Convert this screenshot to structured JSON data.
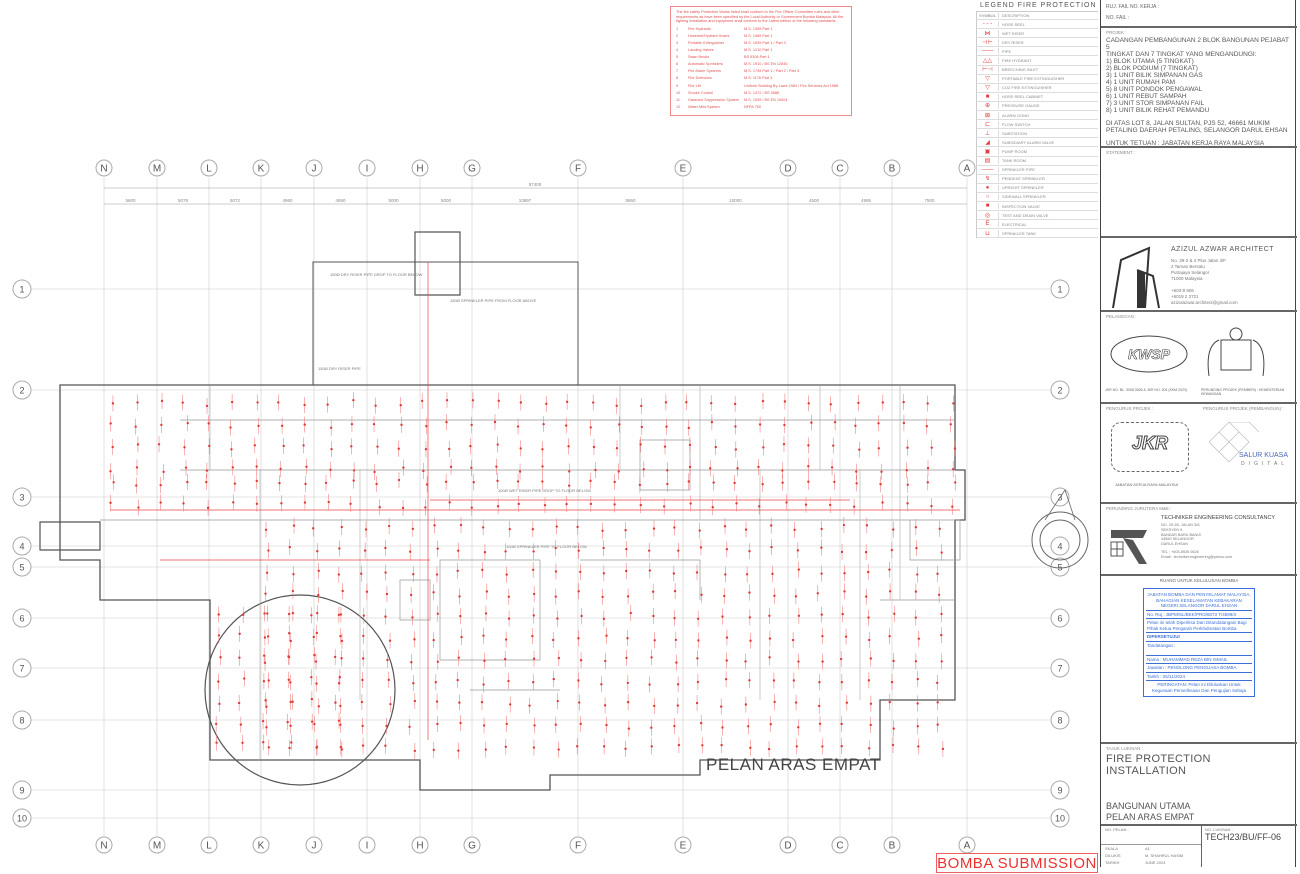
{
  "legend": {
    "title": "LEGEND FIRE PROTECTION",
    "header": {
      "symbol": "SYMBOL",
      "description": "DESCRIPTION"
    },
    "items": [
      {
        "symbol": "- - -",
        "description": "HOSE REEL"
      },
      {
        "symbol": "⋈",
        "description": "WET RISER"
      },
      {
        "symbol": "⊣⊢",
        "description": "DRY RISER"
      },
      {
        "symbol": "——",
        "description": "PIPE"
      },
      {
        "symbol": "△△",
        "description": "FIRE HYDRANT"
      },
      {
        "symbol": "⊢⊣",
        "description": "BREECHING INLET"
      },
      {
        "symbol": "▽",
        "description": "PORTABLE FIRE EXTINGUISHER"
      },
      {
        "symbol": "▽",
        "description": "CO2 FIRE EXTINGUISHER"
      },
      {
        "symbol": "■",
        "description": "HOSE REEL CABINET"
      },
      {
        "symbol": "⊕",
        "description": "PRESSURE GAUGE"
      },
      {
        "symbol": "⊠",
        "description": "ALARM GONG"
      },
      {
        "symbol": "⊏",
        "description": "FLOW SWITCH"
      },
      {
        "symbol": "⊥",
        "description": "SUBSTATION"
      },
      {
        "symbol": "◢",
        "description": "SUBSIDIARY ALARM VALVE"
      },
      {
        "symbol": "▣",
        "description": "PUMP ROOM"
      },
      {
        "symbol": "▤",
        "description": "TANK ROOM"
      },
      {
        "symbol": "——",
        "description": "SPRINKLER PIPE"
      },
      {
        "symbol": "↯",
        "description": "PENDENT SPRINKLER"
      },
      {
        "symbol": "●",
        "description": "UPRIGHT SPRINKLER"
      },
      {
        "symbol": "○",
        "description": "SIDEWALL SPRINKLER"
      },
      {
        "symbol": "■",
        "description": "INSPECTION VALVE"
      },
      {
        "symbol": "◎",
        "description": "TEST AND DRAIN VALVE"
      },
      {
        "symbol": "E",
        "description": "ELECTRICAL"
      },
      {
        "symbol": "⊔",
        "description": "SPRINKLER TANK"
      }
    ]
  },
  "notes": {
    "intro": "The fire safety Protection Works listed shall conform to the Fire Officer Committee rules and other requirements as have been specified by the Local Authority or Government Bomba Malaysia. All fire fighting installation and equipment shall conform to the Latest edition of the following standards.",
    "items": [
      {
        "no": "1",
        "name": "Fire Hydrants",
        "std": "M.S. 1395 Part 1"
      },
      {
        "no": "2",
        "name": "Hosereel/Hydrant Hoses",
        "std": "M.S. 1489 Part 1"
      },
      {
        "no": "3",
        "name": "Portable Extinguisher",
        "std": "M.S. 1539 Part 1 / Part 3"
      },
      {
        "no": "4",
        "name": "Landing Valves",
        "std": "M.S. 1210 Part 1"
      },
      {
        "no": "5",
        "name": "Swan Necks",
        "std": "BS 5306 Part 1"
      },
      {
        "no": "6",
        "name": "Automatic Sprinklers",
        "std": "M.S. 1910 / BS EN 12845"
      },
      {
        "no": "7",
        "name": "Fire Alarm Systems",
        "std": "M.S. 1745 Part 1 / Part 2 / Part 3"
      },
      {
        "no": "8",
        "name": "Fire Detectors",
        "std": "M.S. 1176 Part 3"
      },
      {
        "no": "9",
        "name": "Fire Lift",
        "std": "Uniform Building By-Laws 1984 / Fire Services Act 1988"
      },
      {
        "no": "10",
        "name": "Smoke Control",
        "std": "M.S. 1472 / BS 5588"
      },
      {
        "no": "11",
        "name": "Gaseous Suppression System",
        "std": "M.S. 1539 / BS EN 15004"
      },
      {
        "no": "12",
        "name": "Water Mist System",
        "std": "NFPA 750"
      }
    ]
  },
  "grid": {
    "columns": [
      "N",
      "M",
      "L",
      "K",
      "J",
      "I",
      "H",
      "G",
      "F",
      "E",
      "D",
      "C",
      "B",
      "A"
    ],
    "rows": [
      "1",
      "2",
      "3",
      "4",
      "5",
      "6",
      "7",
      "8",
      "9",
      "10"
    ],
    "overall_dimension": "87400",
    "dimensions": [
      "5600",
      "5078",
      "5072",
      "4960",
      "4950",
      "5000",
      "5000",
      "10897",
      "5860",
      "10000",
      "4500",
      "4995",
      "7500"
    ]
  },
  "plan": {
    "title": "PELAN ARAS EMPAT",
    "callouts": [
      "150Ø DRY RISER PIPE DROP TO FLOOR BELOW",
      "150Ø SPRINKLER PIPE FROM FLOOR ABOVE",
      "150Ø DRY RISER PIPE",
      "100Ø WET RISER PIPE DROP TO FLOOR BELOW",
      "100Ø SPRINKLER PIPE TO FLOOR BELOW"
    ]
  },
  "title_block": {
    "ref_label": "RUJ. FAIL NO. KERJA :",
    "file_label": "NO. FAIL :",
    "project_label": "PROJEK :",
    "project_lines": [
      "CADANGAN PEMBANGUNAN 2 BLOK BANGUNAN PEJABAT 5",
      "TINGKAT DAN 7 TINGKAT YANG MENGANDUNGI:",
      "1)  BLOK UTAMA (5 TINGKAT)",
      "2)  BLOK PODIUM (7 TINGKAT)",
      "3)  1 UNIT BILIK SIMPANAN GAS",
      "4)  1 UNIT RUMAH PAM",
      "5)  8 UNIT PONDOK PENGAWAL",
      "6)  1 UNIT REBUT SAMPAH",
      "7)  3 UNIT STOR SIMPANAN FAIL",
      "8)  1 UNIT BILIK REHAT PEMANDU"
    ],
    "location": "DI ATAS LOT 8, JALAN SULTAN, PJS 52, 46661 MUKIM PETALING DAERAH PETALING, SELANGOR DARUL EHSAN",
    "client_line": "UNTUK TETUAN : JABATAN KERJA RAYA MALAYSIA",
    "approval_label": "STATEMENT :",
    "architect": {
      "name": "AZIZUL AZWAR ARCHITECT",
      "address": [
        "No. 39-2 & 4 Plus Jalan 3/F",
        "2 Taman Bersatu",
        "Putrajaya Selangor",
        "71000 Malaysia"
      ],
      "contacts": [
        "+603-8 806",
        "+6019 2 3721",
        "azizulazwar.architect@gmail.com"
      ]
    },
    "client_label": "PELANGGAN :",
    "kwsp_caption": "JKR NO. BL. 3008 3006 & JKR NO. 204 (KKM 2023)",
    "crest_caption": "PERUNDING PROJEK (PEMBERI) : KEMENTERIAN KEWANGAN",
    "owner_label": "PENGURUS PROJEK :",
    "manager_label": "PENGURUS PROJEK (PEMBANGUN) :",
    "jkr_logo": "JKR",
    "jkr_caption": "JABATAN KERJA RAYA MALAYSIA",
    "skd_logo": "SALUR KUASA",
    "skd_sub": "DIGITAL",
    "engineer_label": "PERUNDING JURUTERA M&E :",
    "engineer": {
      "name": "TECHNIKER ENGINEERING CONSULTANCY",
      "address": [
        "NO. 29-1B, JALAN 3/A",
        "SEKSYEN 9,",
        "BANDAR BARU BANGI",
        "43650 SELANGOR",
        "DARUL EHSAN"
      ],
      "tel": "TEL : +603-8926 0626",
      "email": "Email : techniker.engineering@yahoo.com"
    },
    "stamp_label": "RUANG UNTUK KELULUSAN BOMBA",
    "stamp": {
      "header": "JABATAN BOMBA DAN PENYELAMAT MALAYSIA, BAHAGIAN KESELAMATAN KEBAKARAN NEGERI SELANGOR DARUL EHSAN",
      "ref": "No. Ruj : JBPM/SL/BKK/PRO/6073 T/4599/3",
      "sign_note": "Pelan ini telah Diperiksa Dan Ditandatangani Bagi Pihak Ketua Pengarah Perkhidmatan Bomba",
      "approved": "DIPERSETUJUI",
      "signature_label": "Tandatangan :",
      "name_label": "Nama :",
      "name": "MUHAMMAD REZA BIN ISMAIL",
      "position_label": "Jawatan :",
      "position": "PENOLONG PENGUASA BOMBA",
      "date_label": "Tarikh :",
      "date": "25/11/2024",
      "footer": "PERINGATAN: Pelan ini Diluluskan Untuk Kegunaan Pemeriksaan Dan Pengujian Sahaja"
    },
    "drawing_title_label": "TAJUK LUKISAN :",
    "drawing_title": "FIRE PROTECTION INSTALLATION",
    "building": "BANGUNAN UTAMA",
    "level": "PELAN ARAS EMPAT",
    "drawing_no_label": "NO. PELAN :",
    "drawing_no_label2": "NO. LUKISAN :",
    "drawing_no": "TECH23/BU/FF-06",
    "scale_label": "SKALA",
    "scale": "A1",
    "drawn_label": "DILUKIS",
    "drawn": "M. SHAHRUL HASIM",
    "date_label": "TARIKH",
    "date": "JUNE 2024"
  },
  "submission": "BOMBA SUBMISSION"
}
